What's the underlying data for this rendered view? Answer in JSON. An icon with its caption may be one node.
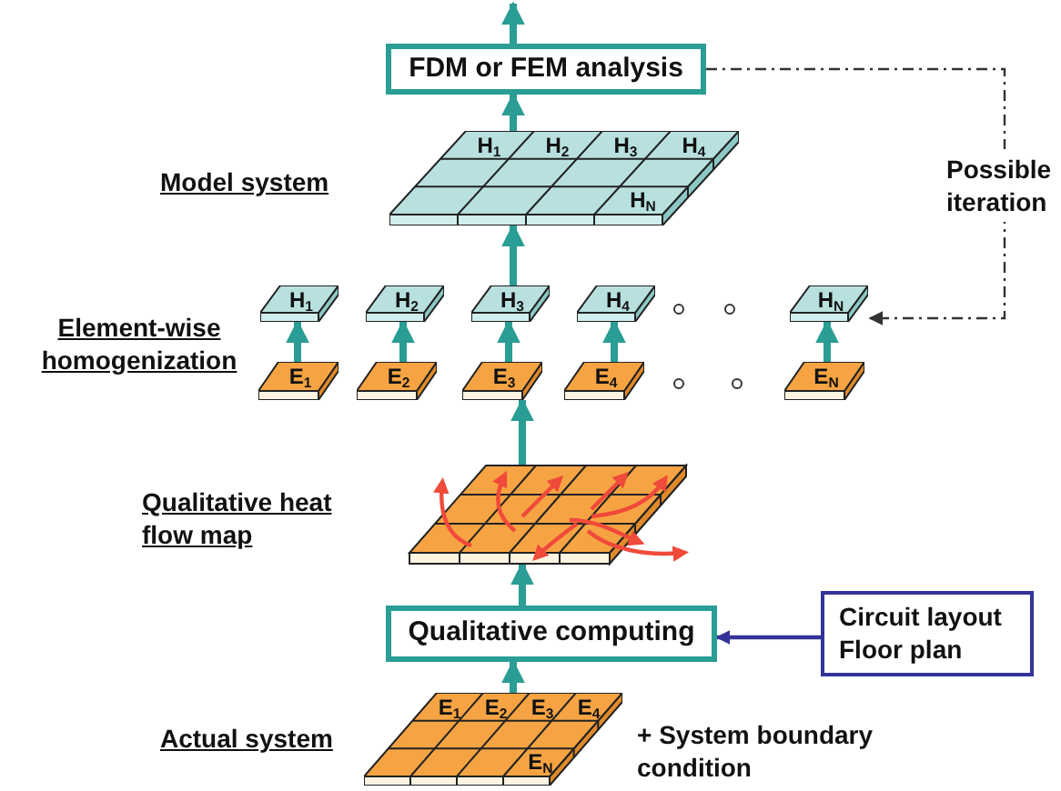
{
  "diagram": {
    "nodes": [
      {
        "text": [
          "FDM or FEM analysis"
        ]
      },
      {
        "text": [
          "H$_{1}$",
          "H$_{2}$",
          "H$_{3}$",
          "H$_{4}$",
          "H$_{N}$"
        ],
        "beside": [
          "Model system"
        ]
      },
      {
        "text": [
          "H$_{1}$"
        ]
      },
      {
        "text": [
          "H$_{2}$"
        ]
      },
      {
        "text": [
          "H$_{3}$"
        ]
      },
      {
        "text": [
          "H$_{4}$"
        ]
      },
      {
        "text": [
          "H$_{N}$"
        ]
      },
      {
        "text": [
          "E$_{1}$"
        ]
      },
      {
        "text": [
          "E$_{2}$"
        ]
      },
      {
        "text": [
          "E$_{3}$"
        ]
      },
      {
        "text": [
          "E$_{4}$"
        ]
      },
      {
        "text": [
          "E$_{N}$"
        ]
      },
      {
        "text": [],
        "shape": "picture",
        "beside": [
          "Qualitative heat flow map"
        ]
      },
      {
        "text": [
          "Qualitative computing"
        ]
      },
      {
        "text": [
          "Circuit layout Floor plan"
        ]
      },
      {
        "text": [
          "E$_{1}$",
          "E$_{2}$",
          "E$_{3}$",
          "E$_{4}$",
          "E$_{N}$"
        ],
        "beside": [
          "Actual system"
        ]
      }
    ],
    "edges": [
      {
        "from": 0,
        "to": null,
        "arrow": "to"
      },
      {
        "from": 1,
        "to": 0,
        "arrow": "to"
      },
      {
        "from": 4,
        "to": 1,
        "arrow": "to"
      },
      {
        "from": 7,
        "to": 2,
        "arrow": "to"
      },
      {
        "from": 8,
        "to": 3,
        "arrow": "to"
      },
      {
        "from": 9,
        "to": 4,
        "arrow": "to"
      },
      {
        "from": 10,
        "to": 5,
        "arrow": "to"
      },
      {
        "from": 11,
        "to": 6,
        "arrow": "to"
      },
      {
        "from": 12,
        "to": 9,
        "arrow": "to"
      },
      {
        "from": 13,
        "to": 12,
        "arrow": "to"
      },
      {
        "from": 15,
        "to": 13,
        "arrow": "to"
      },
      {
        "from": 14,
        "to": 13,
        "arrow": "to",
        "color": "#333399"
      },
      {
        "from": 0,
        "to": 6,
        "arrow": "to",
        "label": "Possible iteration",
        "style": "dashed",
        "color": "#333333"
      }
    ],
    "labels": [
      "Element-wise homogenization",
      "+ System boundary condition"
    ]
  }
}
